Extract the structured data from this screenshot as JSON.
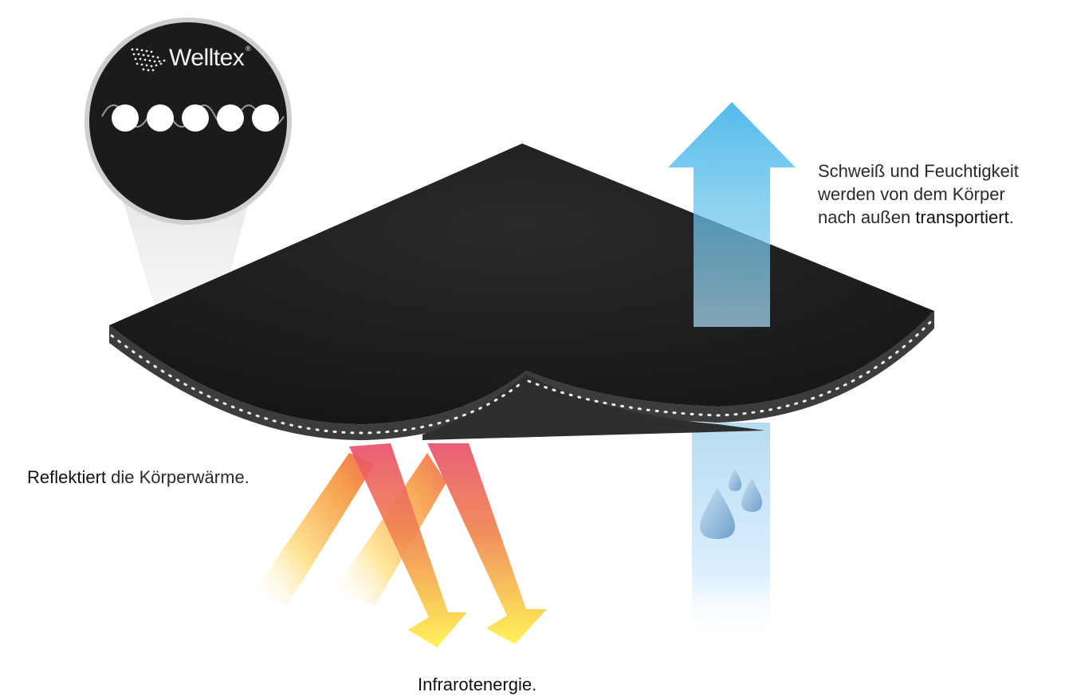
{
  "brand": {
    "name": "Welltex",
    "registered_mark": "®",
    "icon": "wave-grid-logo"
  },
  "labels": {
    "sweat": {
      "line1": "Schweiß und Feuchtigkeit",
      "line2": "werden von dem Körper",
      "line3_prefix": "nach außen ",
      "line3_bold": "transportiert",
      "line3_suffix": "."
    },
    "reflect": {
      "bold": "Reflektiert",
      "rest": " die Körperwärme."
    },
    "infrared": {
      "text": "Infrarotenergie",
      "suffix": "."
    }
  },
  "colors": {
    "fabric": "#1d1d1d",
    "fabric_edge": "#3a3a3a",
    "arrow_up_top": "#1aa3e4",
    "arrow_heat_red": "#e8506a",
    "arrow_heat_orange": "#f28a2e",
    "arrow_heat_yellow": "#fff04a",
    "water_drop": "#8fbbe0"
  },
  "icons": [
    "magnifier-circle",
    "up-arrow-moisture",
    "heat-arrows",
    "water-drops"
  ]
}
